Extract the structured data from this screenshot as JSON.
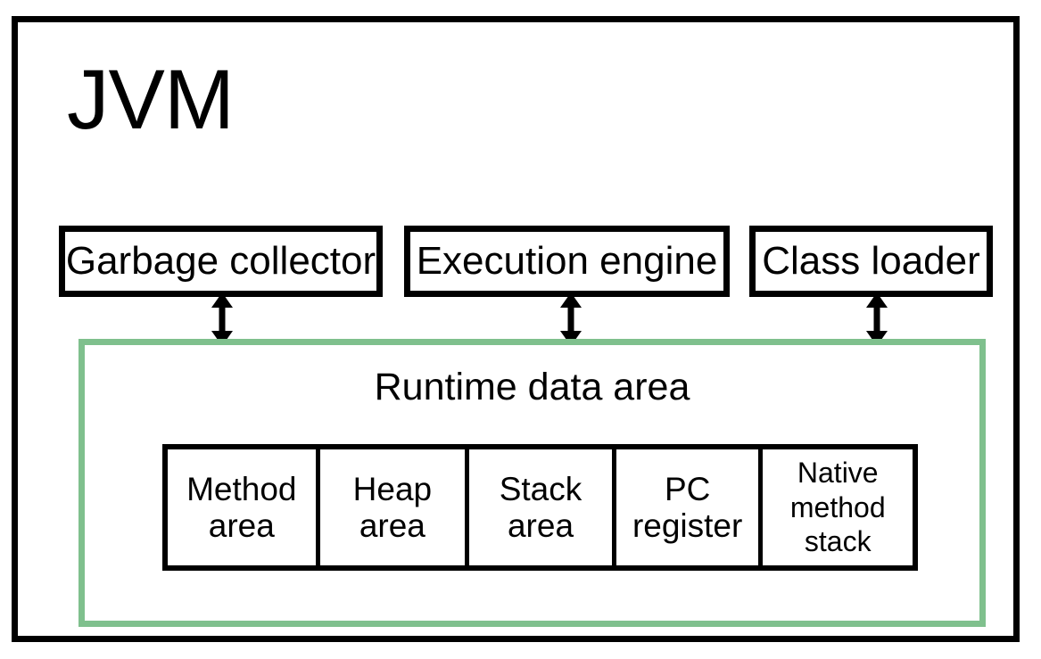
{
  "diagram": {
    "title": "JVM",
    "outer_border_color": "#000000",
    "runtime_border_color": "#7fc08d"
  },
  "components": [
    {
      "id": "garbage-collector",
      "label": "Garbage collector"
    },
    {
      "id": "execution-engine",
      "label": "Execution engine"
    },
    {
      "id": "class-loader",
      "label": "Class loader"
    }
  ],
  "connectors": [
    {
      "id": "gc-to-runtime",
      "kind": "double-headed-arrow"
    },
    {
      "id": "engine-to-runtime",
      "kind": "double-headed-arrow"
    },
    {
      "id": "loader-to-runtime",
      "kind": "double-headed-arrow"
    }
  ],
  "runtime": {
    "title": "Runtime data area",
    "areas": [
      {
        "id": "method-area",
        "line1": "Method",
        "line2": "area"
      },
      {
        "id": "heap-area",
        "line1": "Heap",
        "line2": "area"
      },
      {
        "id": "stack-area",
        "line1": "Stack",
        "line2": "area"
      },
      {
        "id": "pc-register",
        "line1": "PC",
        "line2": "register"
      },
      {
        "id": "native-method-stack",
        "line1": "Native",
        "line2": "method",
        "line3": "stack"
      }
    ]
  }
}
